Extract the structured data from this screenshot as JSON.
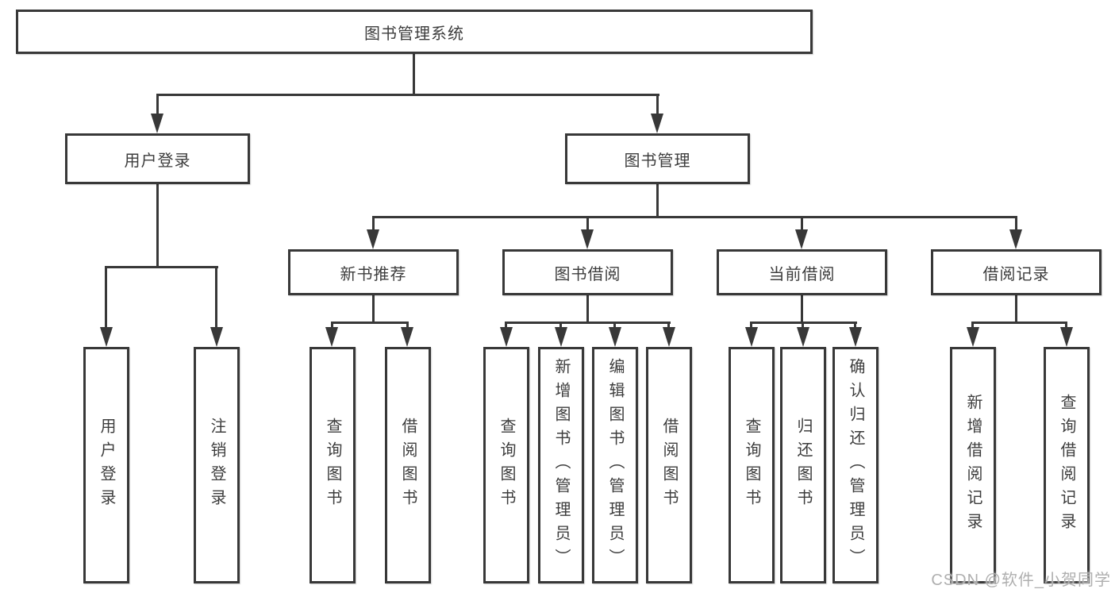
{
  "diagram": {
    "title": "图书管理系统",
    "root": {
      "label": "图书管理系统",
      "children": [
        {
          "label": "用户登录",
          "children": [
            {
              "label": "用户登录"
            },
            {
              "label": "注销登录"
            }
          ]
        },
        {
          "label": "图书管理",
          "children": [
            {
              "label": "新书推荐",
              "children": [
                {
                  "label": "查询图书"
                },
                {
                  "label": "借阅图书"
                }
              ]
            },
            {
              "label": "图书借阅",
              "children": [
                {
                  "label": "查询图书"
                },
                {
                  "label": "新增图书（管理员）"
                },
                {
                  "label": "编辑图书（管理员）"
                },
                {
                  "label": "借阅图书"
                }
              ]
            },
            {
              "label": "当前借阅",
              "children": [
                {
                  "label": "查询图书"
                },
                {
                  "label": "归还图书"
                },
                {
                  "label": "确认归还（管理员）"
                }
              ]
            },
            {
              "label": "借阅记录",
              "children": [
                {
                  "label": "新增借阅记录"
                },
                {
                  "label": "查询借阅记录"
                }
              ]
            }
          ]
        }
      ]
    },
    "watermark": "CSDN @软件_小贺同学",
    "colors": {
      "line": "#383838",
      "box_border": "#383838",
      "text": "#3d3d3d",
      "watermark_text": "#afafaf",
      "background": "#ffffff"
    }
  }
}
